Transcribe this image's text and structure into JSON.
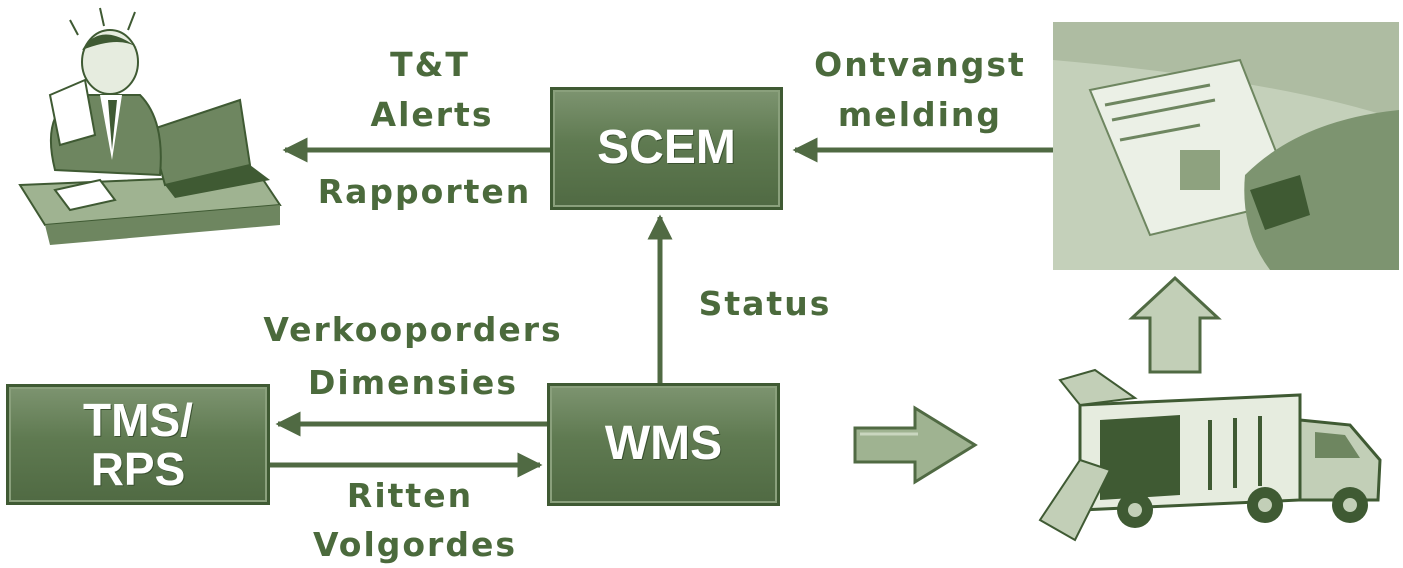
{
  "boxes": {
    "scem": "SCEM",
    "wms": "WMS",
    "tms_line1": "TMS/",
    "tms_line2": "RPS"
  },
  "labels": {
    "tt": "T&T",
    "alerts": "Alerts",
    "rapporten": "Rapporten",
    "ontvangst": "Ontvangst",
    "melding": "melding",
    "status": "Status",
    "verkooporders": "Verkooporders",
    "dimensies": "Dimensies",
    "ritten": "Ritten",
    "volgordes": "Volgordes"
  },
  "icons": {
    "manager": "businessman-at-laptop-icon",
    "receipt": "handheld-scanner-photo-icon",
    "truck": "delivery-truck-icon"
  },
  "colors": {
    "accent": "#5f7a51",
    "text": "#4b6a3c"
  }
}
